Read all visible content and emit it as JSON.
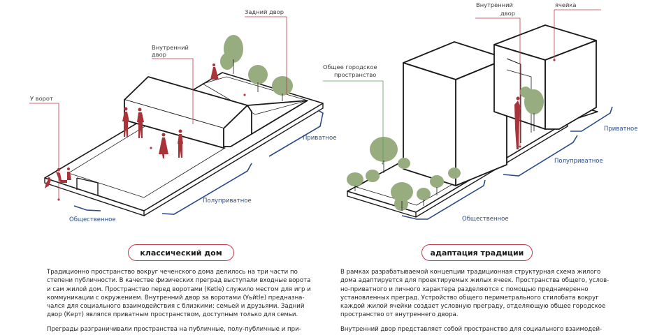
{
  "left_diagram": {
    "labels": {
      "gate": "У ворот",
      "inner_line1": "Внутренний",
      "inner_line2": "двор",
      "back": "Задний двор"
    },
    "zones": {
      "public": "Общественное",
      "semi_private": "Полуприватное",
      "private": "Приватное"
    }
  },
  "right_diagram": {
    "labels": {
      "urban_line1": "Общее городское",
      "urban_line2": "пространство",
      "inner_line1": "Внутренний",
      "inner_line2": "двор",
      "cell": "ячейка"
    },
    "zones": {
      "public": "Общественное",
      "semi_private": "Полуприватное",
      "private": "Приватное"
    }
  },
  "left_title": "классический дом",
  "right_title": "адаптация традиции",
  "left_text": [
    "Традиционно пространство вокруг чеченского дома делилось на три части по",
    "степени публичности. В качестве физических преград выступали входные ворота",
    "и сам жилой дом. Пространство перед воротами (Ketle) служило местом для игр и",
    "коммуникации с окружением. Внутренний двор за воротами (Уьйtle) предназна-",
    "чался для социального взаимодействия с близкими: семьей и друзьями. Задний",
    "двор (Керт) являлся приватным пространством, доступным только для семьи.",
    "",
    "Преграды разграничивали пространства на публичные, полу-публичные и при-"
  ],
  "right_text": [
    "В рамках разрабатываемой концепции традиционная структурная схема жилого",
    "дома адаптируется для проектируемых жилых ячеек. Пространства общего, услов-",
    "но-приватного и личного характера разделяются с помощью преднамеренно",
    "установленных преград. Устройство общего периметрального стилобата вокруг",
    "каждой жилой ячейки создает условную преграду, отделяющую общее городское",
    "пространство от внутреннего двора.",
    "",
    "Внутренний двор представляет собой пространство для социального взаимодей-"
  ],
  "colors": {
    "accent_red": "#c0394a",
    "figure_red": "#a8343a",
    "zone_blue": "#2b4a86",
    "tree_green": "#97ad7f",
    "leader_green": "#5e9a5e"
  }
}
